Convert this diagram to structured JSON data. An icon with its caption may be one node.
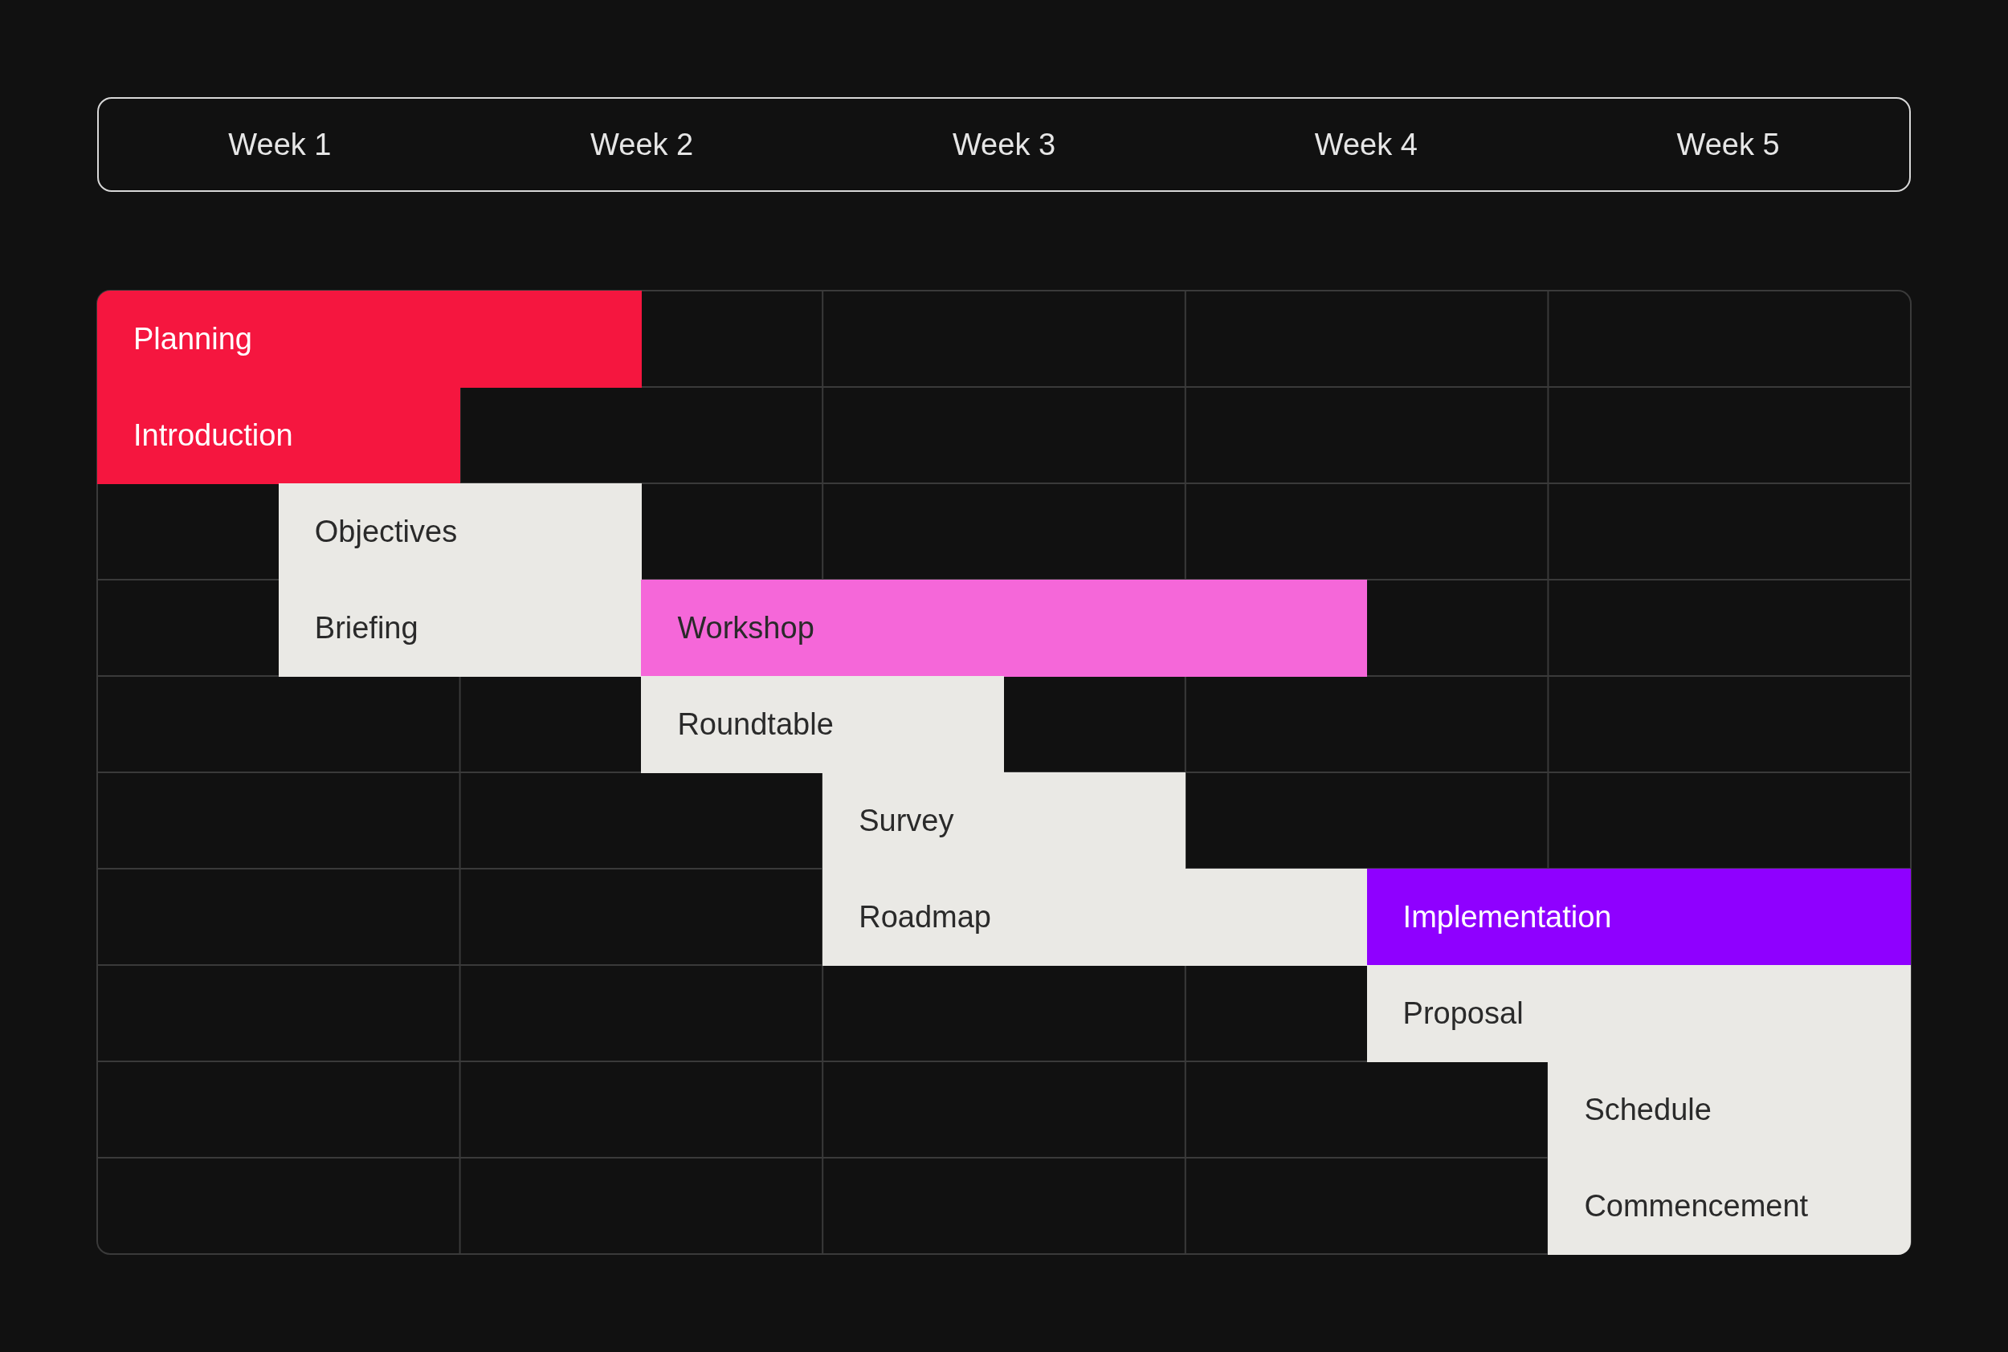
{
  "diagram": {
    "nodes": [
      {
        "text": [
          "Week 1",
          "Week 2",
          "Week 3",
          "Week 4",
          "Week 5"
        ]
      },
      {
        "text": [
          "Planning"
        ]
      },
      {
        "text": [
          "Introduction"
        ]
      },
      {
        "text": [
          "Objectives"
        ]
      },
      {
        "text": [
          "Briefing"
        ]
      },
      {
        "text": [
          "Workshop"
        ]
      },
      {
        "text": [
          "Roundtable"
        ]
      },
      {
        "text": [
          "Survey"
        ]
      },
      {
        "text": [
          "Roadmap"
        ]
      },
      {
        "text": [
          "Implementation"
        ]
      },
      {
        "text": [
          "Proposal"
        ]
      },
      {
        "text": [
          "Schedule"
        ]
      },
      {
        "text": [
          "Commencement"
        ]
      }
    ],
    "edges": []
  }
}
